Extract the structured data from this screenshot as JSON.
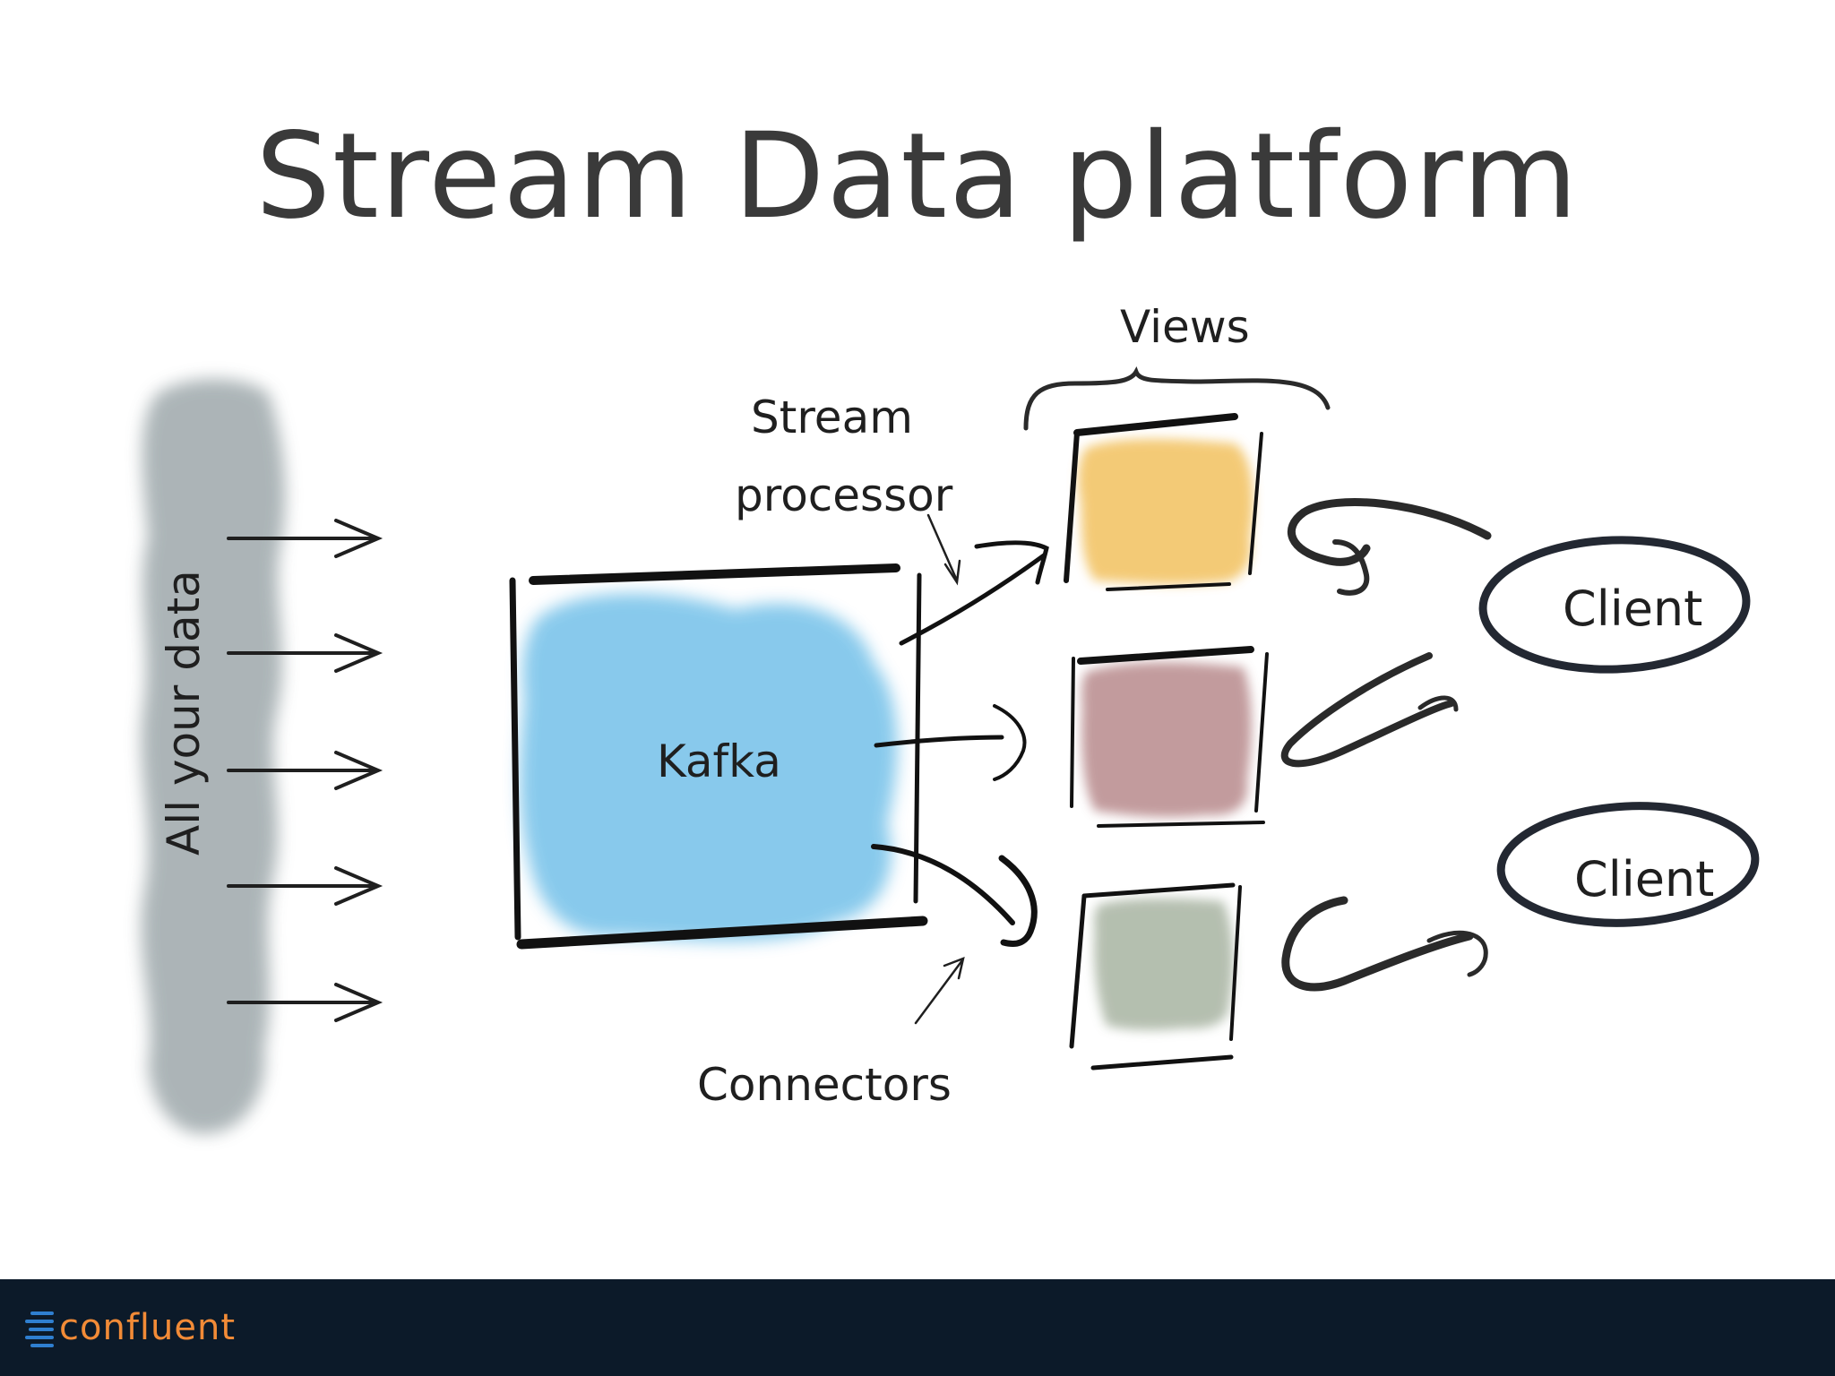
{
  "slide": {
    "title": "Stream Data platform"
  },
  "diagram": {
    "source_label": "All your data",
    "hub_label": "Kafka",
    "processor_label_line1": "Stream",
    "processor_label_line2": "processor",
    "connectors_label": "Connectors",
    "views_label": "Views",
    "client_top_label": "Client",
    "client_bottom_label": "Client"
  },
  "colors": {
    "cloud": "#9ea8ab",
    "kafka": "#7cc4ea",
    "view_yellow": "#f2c15f",
    "view_red": "#b88a8c",
    "view_green": "#a8b4a2",
    "ink": "#1f1f1f",
    "footer": "#0c1a29",
    "brand": "#f28b37"
  },
  "footer": {
    "logo_text": "confluent"
  }
}
